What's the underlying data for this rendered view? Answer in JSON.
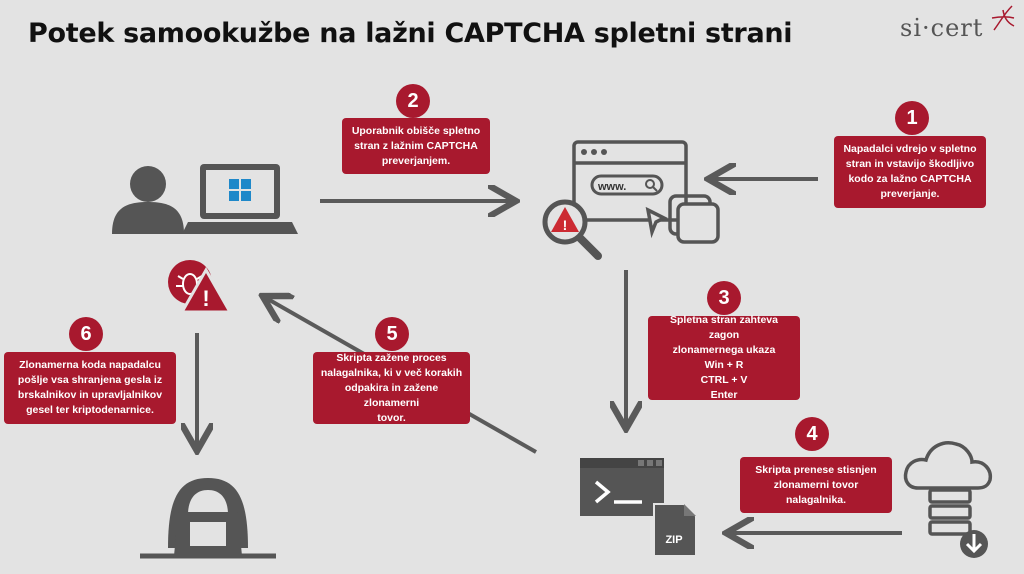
{
  "title": "Potek samookužbe na lažni CAPTCHA spletni strani",
  "logo": "si·cert",
  "steps": [
    {
      "number": "1",
      "text": "Napadalci vdrejo v spletno\nstran in vstavijo škodljivo\nkodo za lažno CAPTCHA\npreverjanje."
    },
    {
      "number": "2",
      "text": "Uporabnik obišče spletno\nstran z lažnim CAPTCHA\npreverjanjem."
    },
    {
      "number": "3",
      "text": "Spletna stran zahteva zagon\nzlonamernega ukaza\nWin + R\nCTRL + V\nEnter"
    },
    {
      "number": "4",
      "text": "Skripta prenese stisnjen\nzlonamerni tovor\nnalagalnika."
    },
    {
      "number": "5",
      "text": "Skripta zažene proces\nnalagalnika, ki v več korakih\nodpakira in zažene zlonamerni\ntovor."
    },
    {
      "number": "6",
      "text": "Zlonamerna koda napadalcu\npošlje vsa shranjena gesla iz\nbrskalnikov in upravljalnikov\ngesel ter kriptodenarnice."
    }
  ],
  "browser_url": "www.",
  "zip_label": "ZIP",
  "colors": {
    "accent": "#a8192e",
    "icon": "#555555",
    "arrow": "#5a5a5a",
    "background": "#e3e3e3"
  }
}
